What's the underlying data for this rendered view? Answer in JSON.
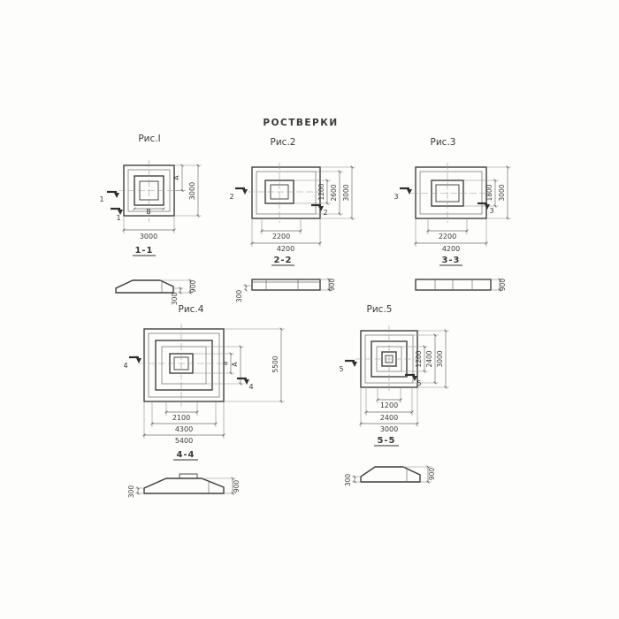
{
  "title": "РОСТВЕРКИ",
  "fig1": {
    "label": "Рис.I",
    "plan": {
      "dim_height_right": "3000",
      "dim_width_bottom": "3000",
      "mark_a": "А",
      "mark_b": "В",
      "cut": "1"
    },
    "section": {
      "label": "1-1",
      "dim_total": "900",
      "dim_edge": "300"
    }
  },
  "fig2": {
    "label": "Рис.2",
    "plan": {
      "dims_right": [
        "1200",
        "2600",
        "3000"
      ],
      "dims_bottom": [
        "2200",
        "4200"
      ],
      "cut": "2"
    },
    "section": {
      "label": "2-2",
      "dim_total": "900",
      "dim_edge": "300"
    }
  },
  "fig3": {
    "label": "Рис.3",
    "plan": {
      "dims_right": [
        "1800",
        "3000"
      ],
      "dims_bottom": [
        "2200",
        "4200"
      ],
      "cut": "3"
    },
    "section": {
      "label": "3-3",
      "dim_total": "900"
    }
  },
  "fig4": {
    "label": "Рис.4",
    "plan": {
      "dims_right": [
        "а",
        "А",
        "5500"
      ],
      "dims_bottom": [
        "2100",
        "4300",
        "5400"
      ],
      "cut": "4"
    },
    "section": {
      "label": "4-4",
      "dim_total": "900",
      "dim_edge": "300"
    }
  },
  "fig5": {
    "label": "Рис.5",
    "plan": {
      "dims_right": [
        "1200",
        "2400",
        "3000"
      ],
      "dims_bottom": [
        "1200",
        "2400",
        "3000"
      ],
      "cut": "5"
    },
    "section": {
      "label": "5-5",
      "dim_total": "900",
      "dim_edge": "300"
    }
  }
}
